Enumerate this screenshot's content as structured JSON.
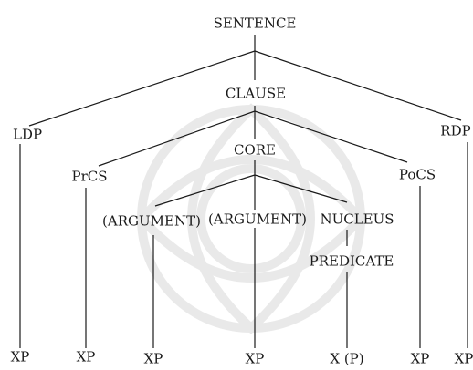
{
  "nodes": {
    "sentence": "SENTENCE",
    "clause": "CLAUSE",
    "ldp": "LDP",
    "rdp": "RDP",
    "core": "CORE",
    "prcs": "PrCS",
    "pocs": "PoCS",
    "argument_1": "(ARGUMENT)",
    "argument_2": "(ARGUMENT)",
    "nucleus": "NUCLEUS",
    "predicate": "PREDICATE",
    "leaf_1": "XP",
    "leaf_2": "XP",
    "leaf_3": "XP",
    "leaf_4": "XP",
    "leaf_5": "X (P)",
    "leaf_6": "XP",
    "leaf_7": "XP"
  },
  "colors": {
    "line": "#1a1a1a",
    "text": "#1a1a1a",
    "watermark": "#dcdcdc"
  }
}
